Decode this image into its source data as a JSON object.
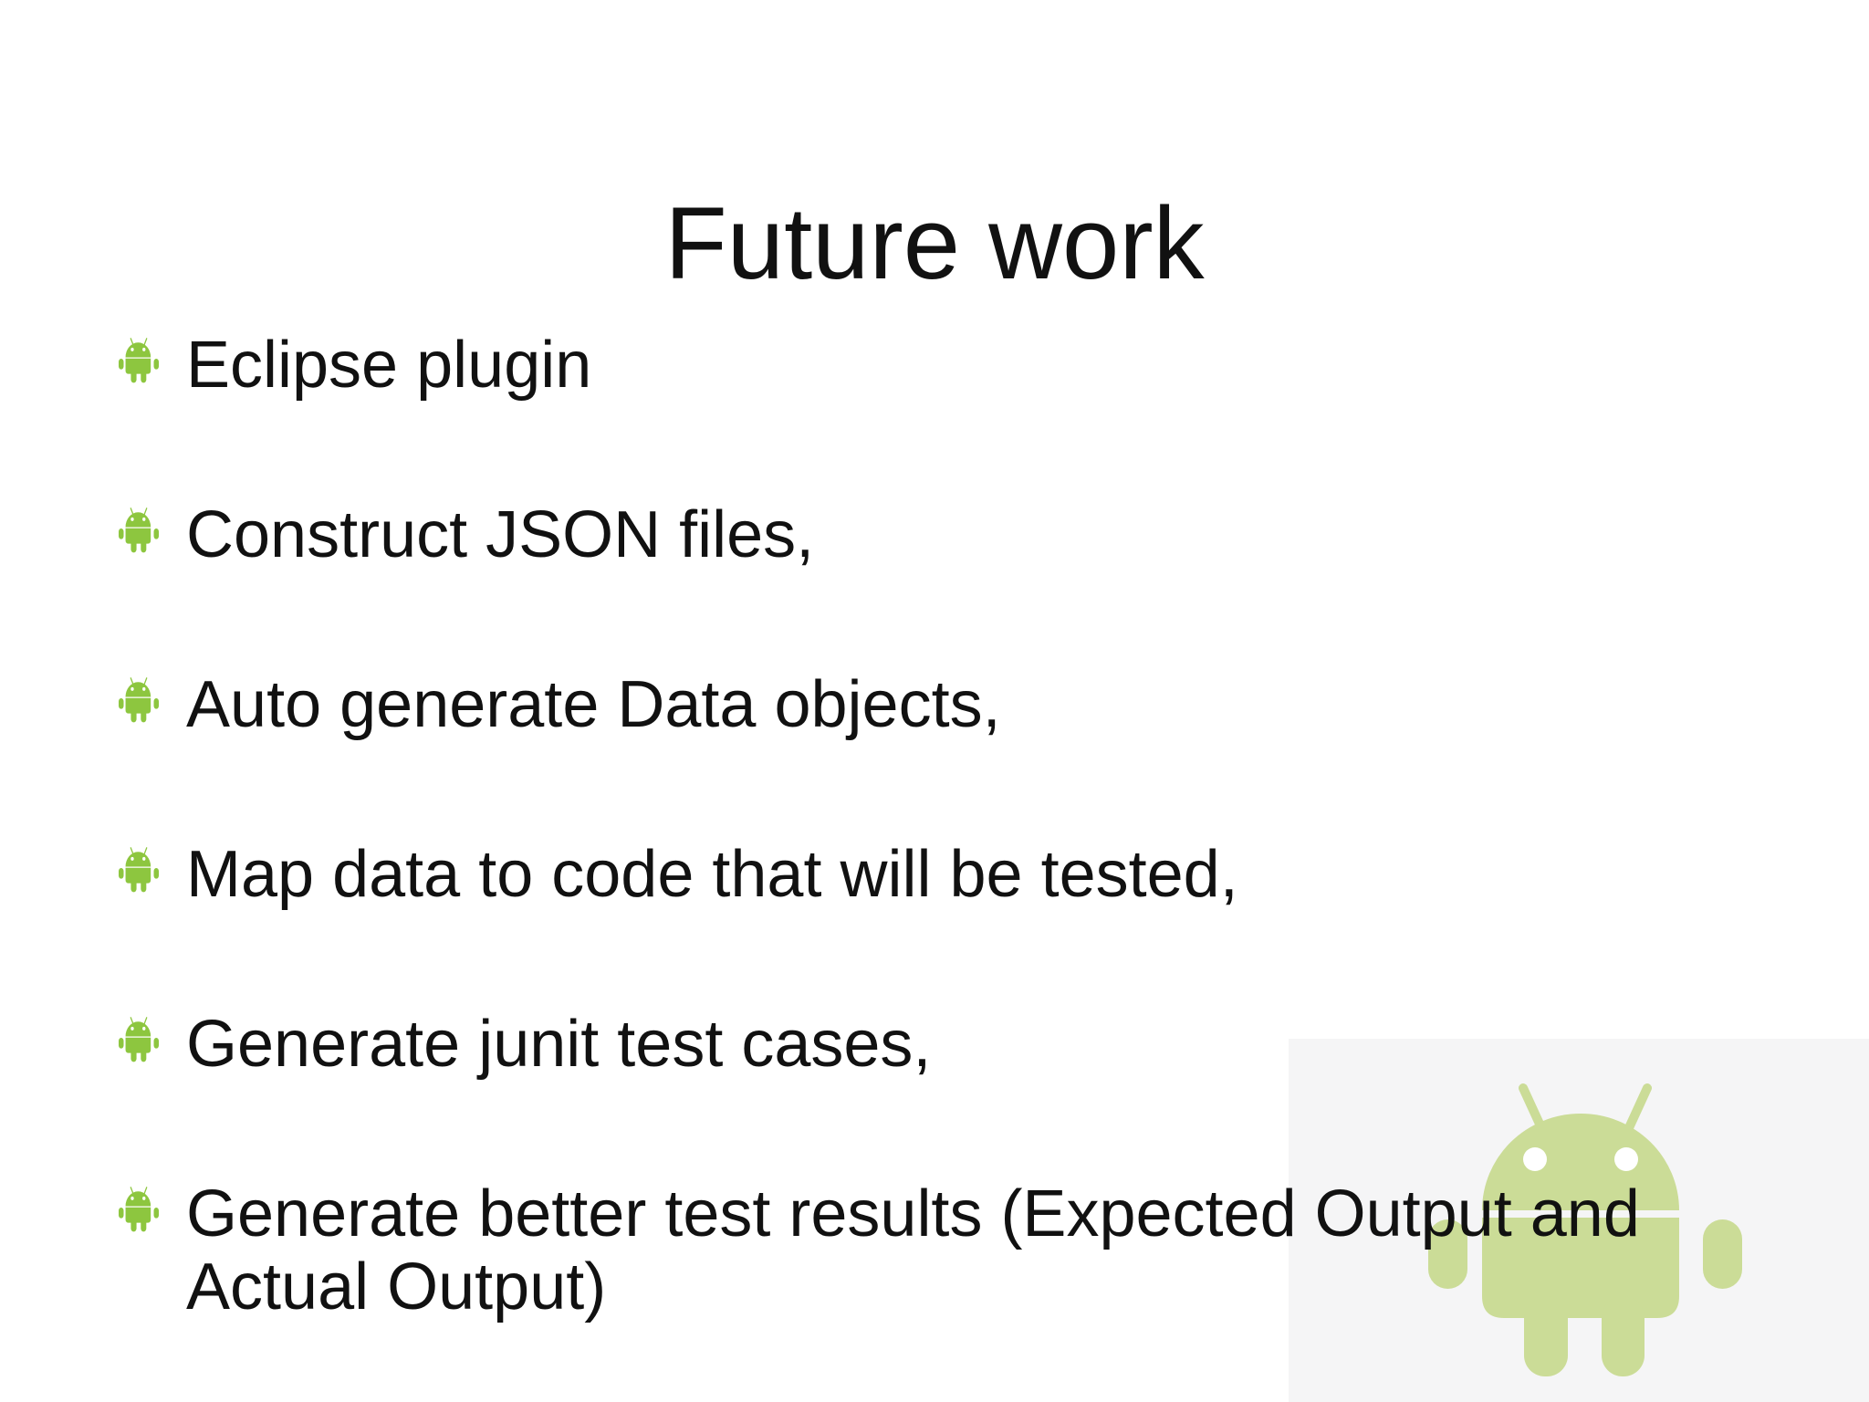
{
  "slide": {
    "title": "Future work",
    "bullets": [
      {
        "text": "Eclipse plugin"
      },
      {
        "text": "Construct JSON files,"
      },
      {
        "text": "Auto generate Data objects,"
      },
      {
        "text": "Map data to code that will be tested,"
      },
      {
        "text": "Generate junit test cases,"
      },
      {
        "text": "Generate better test results (Expected Output and Actual Output)"
      }
    ],
    "colors": {
      "background": "#ffffff",
      "text": "#111111",
      "bullet_android_green": "#8dc63f",
      "watermark_android_green": "#cbdc97",
      "watermark_panel_gray": "#f5f5f6"
    }
  }
}
